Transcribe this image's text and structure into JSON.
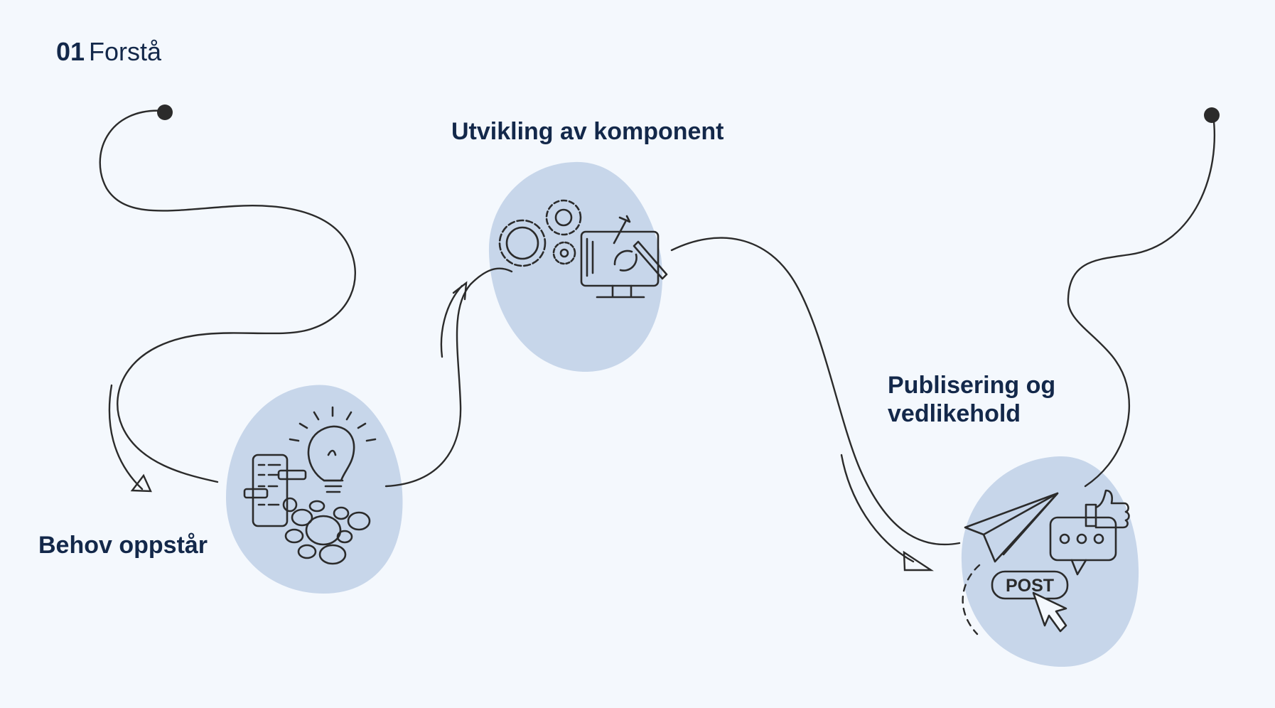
{
  "header": {
    "number": "01",
    "title": "Forstå"
  },
  "steps": [
    {
      "label_lines": [
        "Behov oppstår"
      ]
    },
    {
      "label_lines": [
        "Utvikling av komponent"
      ]
    },
    {
      "label_lines": [
        "Publisering og",
        "vedlikehold"
      ]
    }
  ],
  "icons": {
    "step1": "lightbulb-chat-icon",
    "step2": "gears-monitor-icon",
    "step3": "paper-plane-post-icon"
  },
  "colors": {
    "background": "#f4f8fd",
    "blob": "#c7d6ea",
    "text": "#13284a",
    "line": "#2b2b2b"
  },
  "post_text": "POST"
}
